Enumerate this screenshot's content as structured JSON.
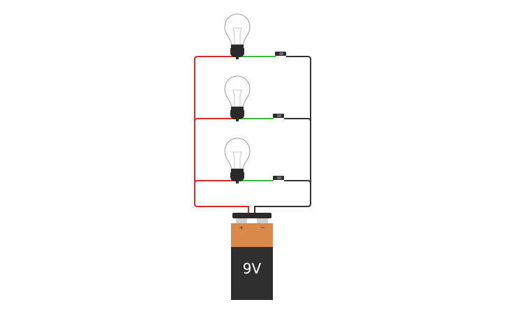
{
  "circuit": {
    "battery": {
      "label": "9V",
      "positive_sign": "+",
      "negative_sign": "−",
      "colors": {
        "top": "#d9894a",
        "body": "#2f2f2f",
        "cap": "#2a2a2a",
        "terminal": "#cfcfcf"
      }
    },
    "bulbs": [
      {
        "name": "bulb-1",
        "switch_state": "closed"
      },
      {
        "name": "bulb-2",
        "switch_state": "closed"
      },
      {
        "name": "bulb-3",
        "switch_state": "closed"
      }
    ],
    "wire_colors": {
      "positive": "#d62b2b",
      "switch_link": "#3fb83f",
      "negative": "#333333"
    }
  }
}
